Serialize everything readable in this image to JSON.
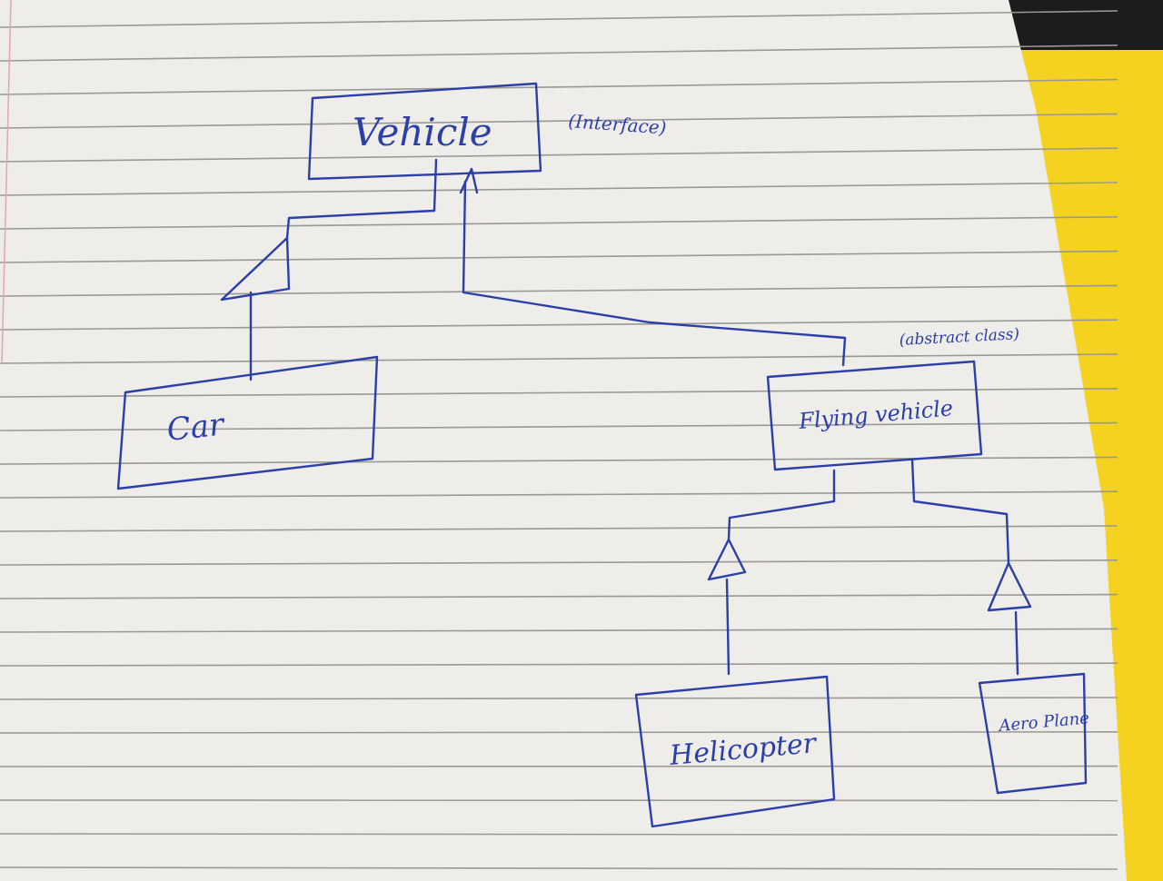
{
  "diagram": {
    "nodes": [
      {
        "id": "vehicle",
        "label": "Vehicle",
        "note": "(Interface)"
      },
      {
        "id": "car",
        "label": "Car",
        "note": ""
      },
      {
        "id": "flying",
        "label": "Flying vehicle",
        "note": "(abstract class)"
      },
      {
        "id": "helicopter",
        "label": "Helicopter",
        "note": ""
      },
      {
        "id": "aeroplane",
        "label": "Aero Plane",
        "note": ""
      }
    ],
    "edges": [
      {
        "from": "car",
        "to": "vehicle",
        "kind": "inheritance"
      },
      {
        "from": "flying",
        "to": "vehicle",
        "kind": "realization"
      },
      {
        "from": "helicopter",
        "to": "flying",
        "kind": "inheritance"
      },
      {
        "from": "aeroplane",
        "to": "flying",
        "kind": "inheritance"
      }
    ]
  },
  "colors": {
    "ink": "#2b3fa8",
    "paper": "#efedea",
    "rule": "#9a9894",
    "margin_line": "#e0a6b8",
    "folder": "#f4d21f",
    "dark_corner": "#1c1c1c"
  }
}
